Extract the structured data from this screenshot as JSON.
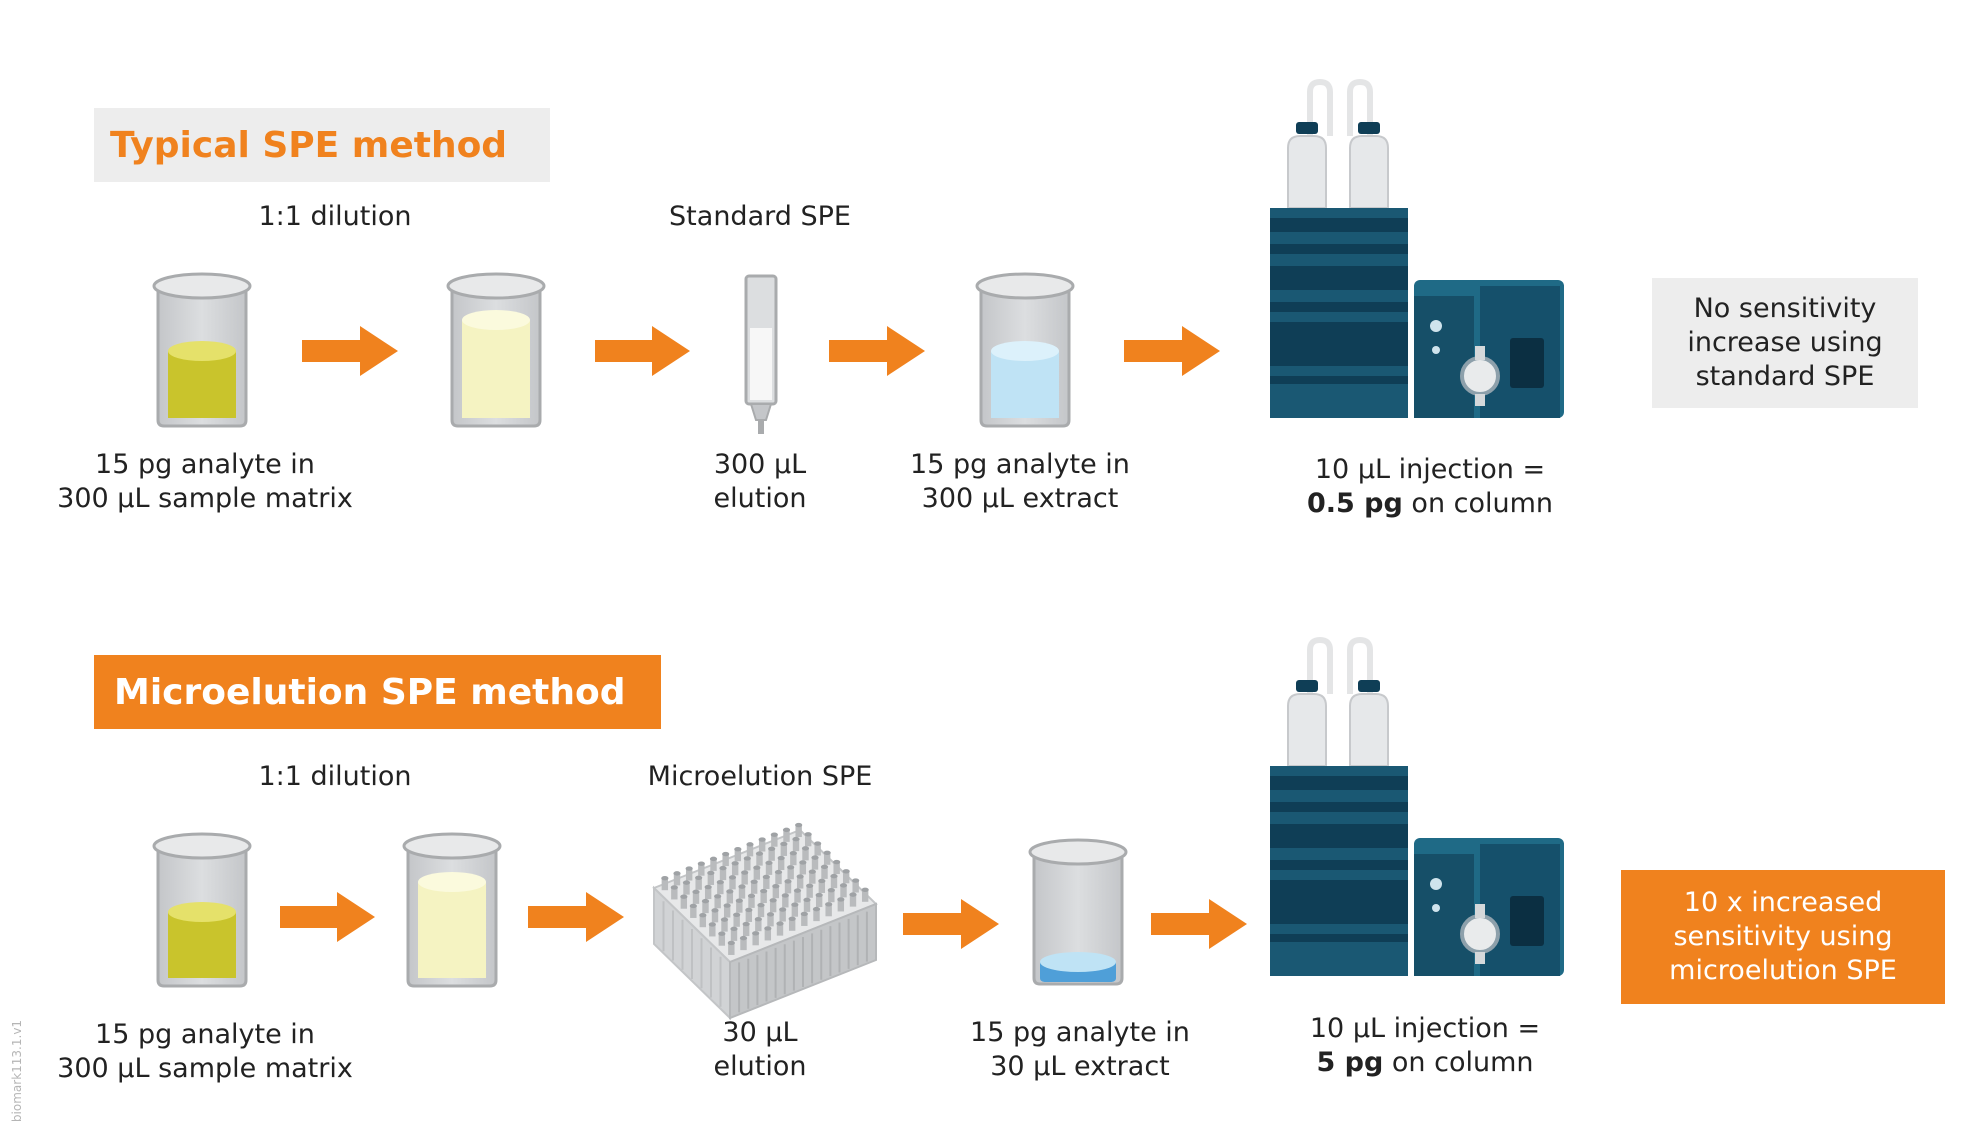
{
  "typical": {
    "title": "Typical SPE method",
    "step_dilution": "1:1 dilution",
    "step_spe": "Standard SPE",
    "sample_label": [
      "15 pg analyte in",
      "300 μL sample matrix"
    ],
    "elution_label": [
      "300 μL",
      "elution"
    ],
    "extract_label": [
      "15 pg analyte in",
      "300 μL extract"
    ],
    "injection_line1": "10 μL injection =",
    "injection_bold": "0.5 pg",
    "injection_rest": " on column",
    "result": [
      "No sensitivity",
      "increase using",
      "standard SPE"
    ]
  },
  "micro": {
    "title": "Microelution SPE method",
    "step_dilution": "1:1 dilution",
    "step_spe": "Microelution SPE",
    "sample_label": [
      "15 pg analyte in",
      "300 μL sample matrix"
    ],
    "elution_label": [
      "30 μL",
      "elution"
    ],
    "extract_label": [
      "15 pg analyte in",
      "30 μL extract"
    ],
    "injection_line1": "10 μL injection =",
    "injection_bold": "5 pg",
    "injection_rest": " on column",
    "result": [
      "10 x increased",
      "sensitivity using",
      "microelution SPE"
    ]
  },
  "watermark": "biomark113.1.v1",
  "colors": {
    "orange": "#f0821e",
    "grey_box": "#ededed",
    "sample_liquid": "#c9c42c",
    "diluted_liquid": "#f5f3c2",
    "extract_liquid": "#bfe3f5",
    "micro_extract": "#4f9fd8",
    "instrument_dark": "#0f3e56",
    "instrument_mid": "#1f6a86"
  }
}
